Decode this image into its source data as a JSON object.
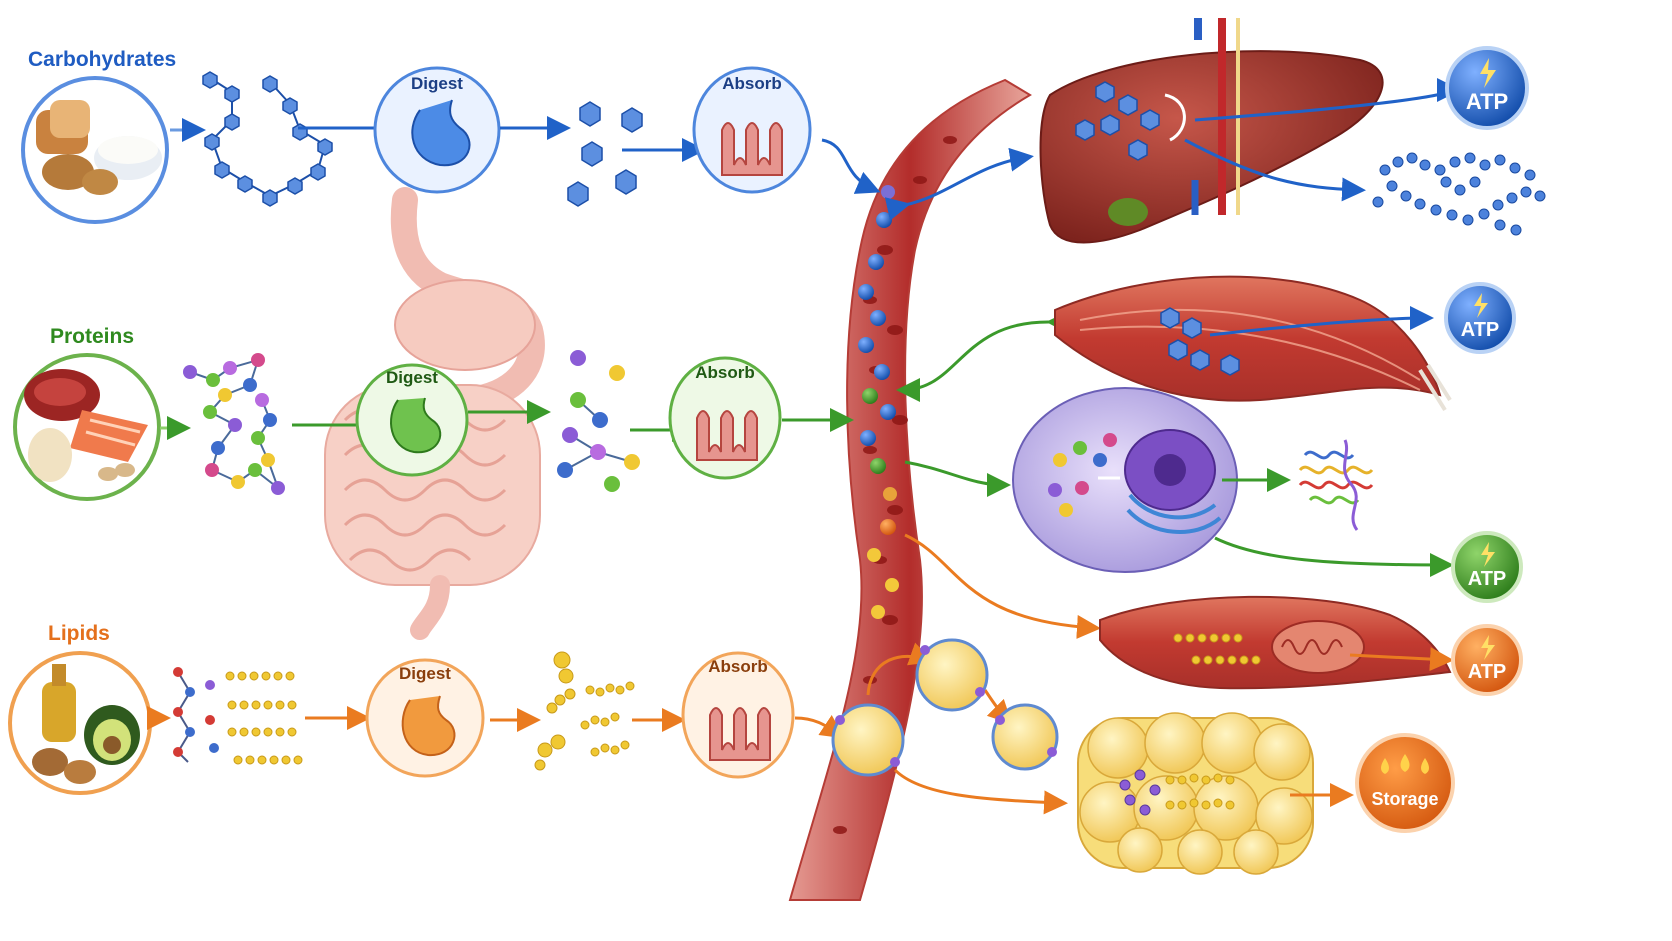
{
  "rows": {
    "carbohydrates": {
      "title": "Carbohydrates",
      "digest": "Digest",
      "absorb": "Absorb",
      "color": "#2062c8"
    },
    "proteins": {
      "title": "Proteins",
      "digest": "Digest",
      "absorb": "Absorb",
      "color": "#3b9a2b"
    },
    "lipids": {
      "title": "Lipids",
      "digest": "Digest",
      "absorb": "Absorb",
      "color": "#ea7b20"
    }
  },
  "outputs": {
    "atp_liver": "ATP",
    "atp_muscle_carb": "ATP",
    "atp_cell": "ATP",
    "atp_muscle_lipid": "ATP",
    "storage": "Storage"
  },
  "colors": {
    "blood_vessel": "#c7443f",
    "liver": "#a6372f",
    "muscle": "#c94a3e",
    "cell": "#8c7ad0",
    "adipose": "#f5d46a",
    "atp_blue": "#1b5fc4",
    "atp_green": "#3a8f26",
    "atp_orange": "#e46a1c"
  },
  "icons": [
    "food-bread-rice-potato",
    "food-meat-fish-egg",
    "food-oil-avocado-nuts",
    "stomach-icon",
    "intestinal-villi-icon",
    "liver-icon",
    "muscle-icon",
    "cell-icon",
    "protein-fold-icon",
    "fat-cells-icon",
    "lightning-icon",
    "droplets-icon"
  ]
}
